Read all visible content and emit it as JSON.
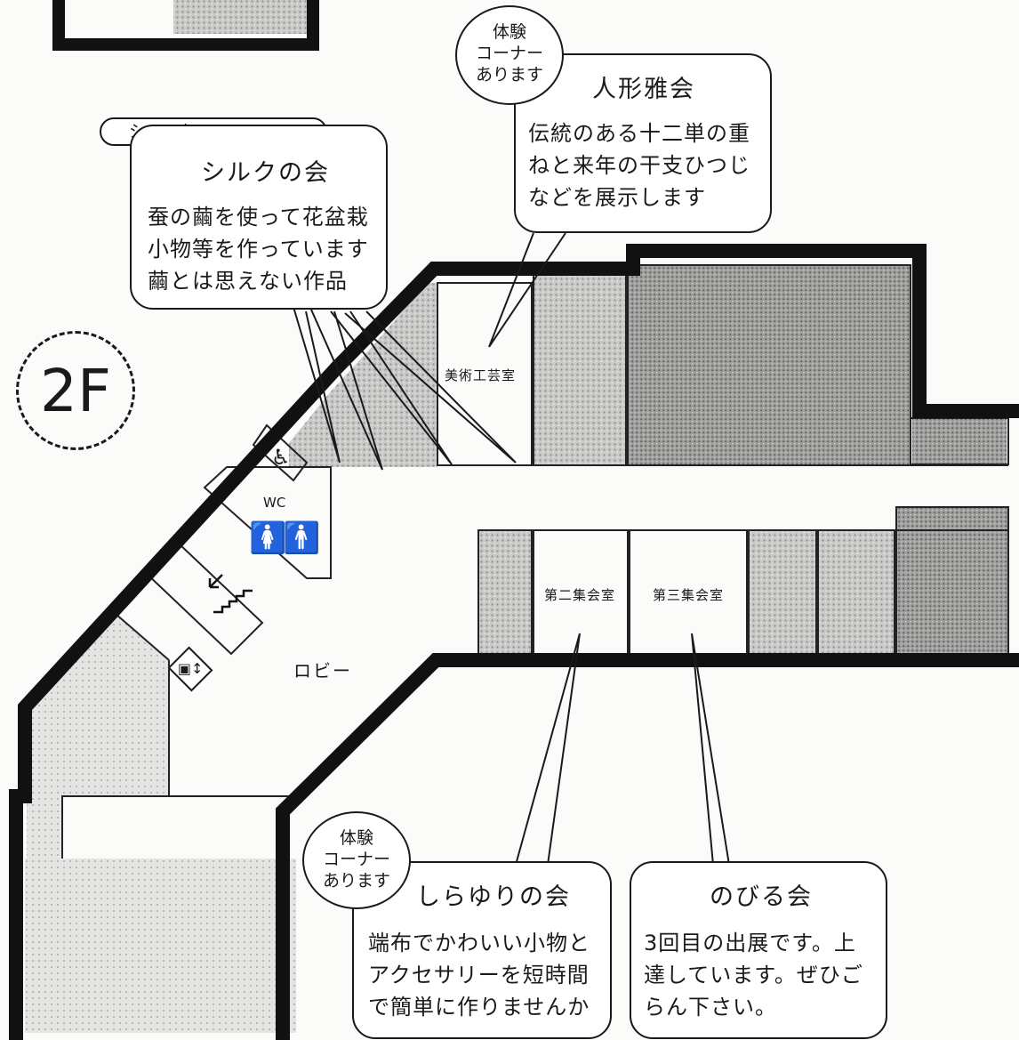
{
  "floor_label": "2F",
  "rooms": {
    "bijutsu": "美術工芸室",
    "daini": "第二集会室",
    "daisan": "第三集会室",
    "lobby": "ロビー",
    "wc": "WC"
  },
  "callouts": {
    "silk": {
      "tag": "ショーケースA、B、C",
      "title": "シルクの会",
      "lines": [
        "蚕の繭を使って花盆栽",
        "小物等を作っています",
        "繭とは思えない作品"
      ]
    },
    "ningyo": {
      "tag_lines": [
        "体験",
        "コーナー",
        "あります"
      ],
      "title": "人形雅会",
      "lines": [
        "伝統のある十二単の重",
        "ねと来年の干支ひつじ",
        "などを展示します"
      ]
    },
    "shirayuri": {
      "tag_lines": [
        "体験",
        "コーナー",
        "あります"
      ],
      "title": "しらゆりの会",
      "lines": [
        "端布でかわいい小物と",
        "アクセサリーを短時間",
        "で簡単に作りませんか"
      ]
    },
    "nobiru": {
      "title": "のびる会",
      "lines": [
        "3回目の出展です。上",
        "達しています。ぜひご",
        "らん下さい。"
      ]
    }
  },
  "icons": {
    "wheelchair": "wheelchair-icon",
    "restroom": "restroom-icon",
    "stairs": "stairs-down-icon",
    "elevator": "elevator-icon"
  }
}
